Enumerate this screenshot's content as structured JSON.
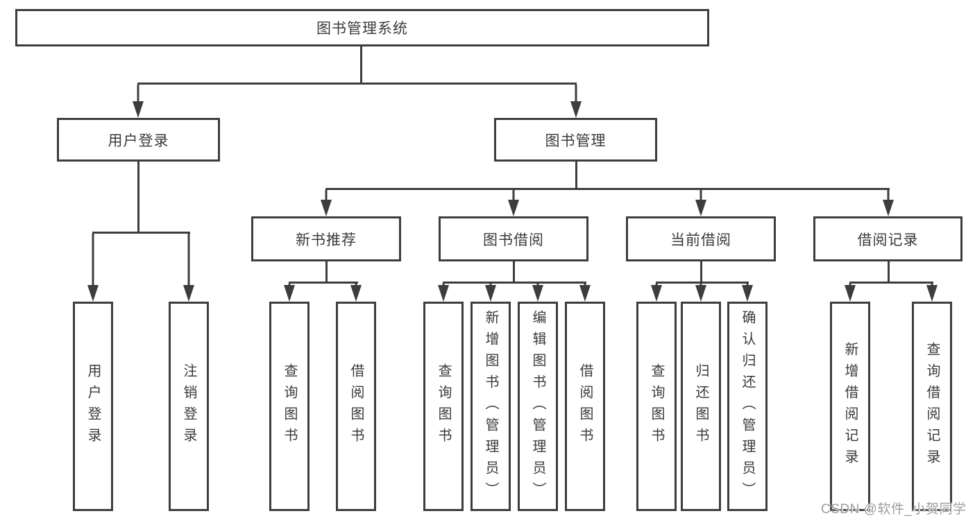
{
  "tree": {
    "label": "图书管理系统",
    "children": [
      {
        "label": "用户登录",
        "children": [
          {
            "label": "用户登录"
          },
          {
            "label": "注销登录"
          }
        ]
      },
      {
        "label": "图书管理",
        "children": [
          {
            "label": "新书推荐",
            "children": [
              {
                "label": "查询图书"
              },
              {
                "label": "借阅图书"
              }
            ]
          },
          {
            "label": "图书借阅",
            "children": [
              {
                "label": "查询图书"
              },
              {
                "label": "新增图书（管理员）"
              },
              {
                "label": "编辑图书（管理员）"
              },
              {
                "label": "借阅图书"
              }
            ]
          },
          {
            "label": "当前借阅",
            "children": [
              {
                "label": "查询图书"
              },
              {
                "label": "归还图书"
              },
              {
                "label": "确认归还（管理员）"
              }
            ]
          },
          {
            "label": "借阅记录",
            "children": [
              {
                "label": "新增借阅记录"
              },
              {
                "label": "查询借阅记录"
              }
            ]
          }
        ]
      }
    ]
  },
  "watermark": {
    "text": "CSDN @软件_小贺同学"
  },
  "colors": {
    "line": "#3d3d3d",
    "text": "#3a3a3a",
    "watermark": "#9c9c9c",
    "bg": "#ffffff"
  }
}
